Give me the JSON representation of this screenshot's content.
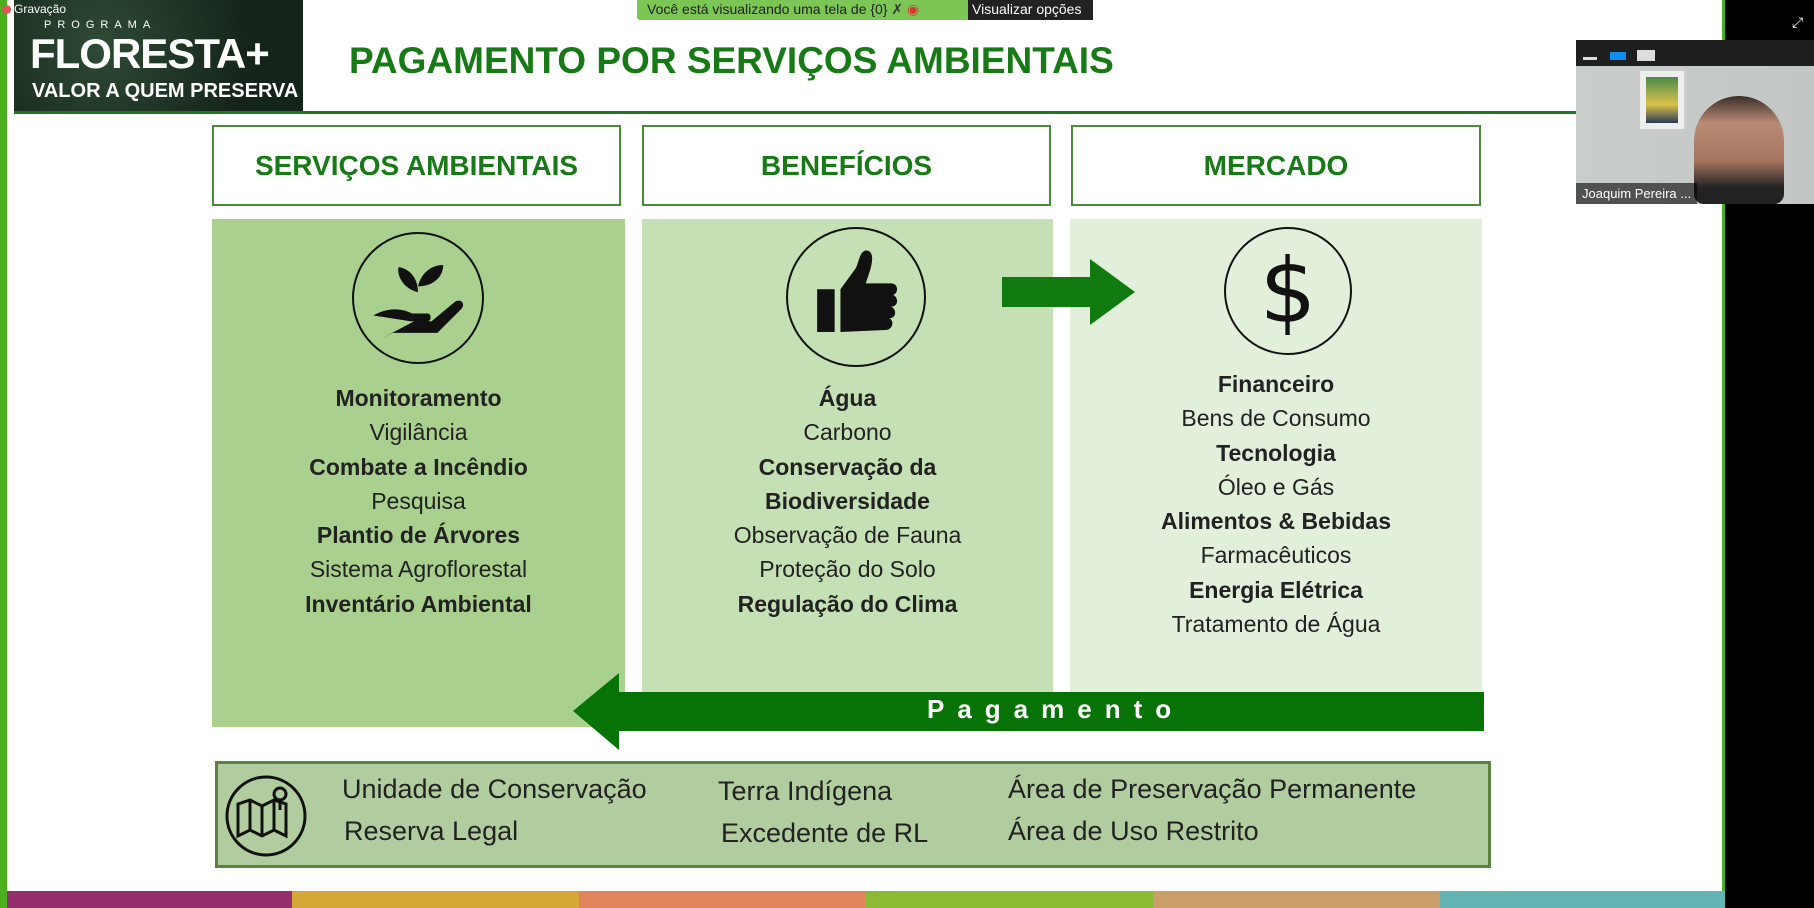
{
  "zoom_bar": {
    "notice": "Você está visualizando uma tela de {0}",
    "view_options": "Visualizar opções",
    "recording": "Gravação"
  },
  "logo": {
    "small": "PROGRAMA",
    "big": "FLORESTA+",
    "sub": "VALOR A QUEM PRESERVA"
  },
  "slide": {
    "title": "PAGAMENTO POR SERVIÇOS AMBIENTAIS",
    "columns": [
      {
        "header": "SERVIÇOS AMBIENTAIS",
        "icon": "hand-plant-icon",
        "color": "#a9d08e",
        "items": [
          {
            "t": "Monitoramento",
            "b": true
          },
          {
            "t": "Vigilância",
            "b": false
          },
          {
            "t": "Combate a Incêndio",
            "b": true
          },
          {
            "t": "Pesquisa",
            "b": false
          },
          {
            "t": "Plantio de Árvores",
            "b": true
          },
          {
            "t": "Sistema Agroflorestal",
            "b": false
          },
          {
            "t": "Inventário Ambiental",
            "b": true
          }
        ]
      },
      {
        "header": "BENEFÍCIOS",
        "icon": "thumbs-up-icon",
        "color": "#c5e0b4",
        "items": [
          {
            "t": "Água",
            "b": true
          },
          {
            "t": "Carbono",
            "b": false
          },
          {
            "t": "Conservação da",
            "b": true
          },
          {
            "t": "Biodiversidade",
            "b": true
          },
          {
            "t": "Observação de Fauna",
            "b": false
          },
          {
            "t": "Proteção do Solo",
            "b": false
          },
          {
            "t": "Regulação do Clima",
            "b": true
          }
        ]
      },
      {
        "header": "MERCADO",
        "icon": "dollar-icon",
        "color": "#e2efda",
        "items": [
          {
            "t": "Financeiro",
            "b": true
          },
          {
            "t": "Bens de Consumo",
            "b": false
          },
          {
            "t": "Tecnologia",
            "b": true
          },
          {
            "t": "Óleo e Gás",
            "b": false
          },
          {
            "t": "Alimentos & Bebidas",
            "b": true
          },
          {
            "t": "Farmacêuticos",
            "b": false
          },
          {
            "t": "Energia Elétrica",
            "b": true
          },
          {
            "t": "Tratamento de Água",
            "b": false
          }
        ]
      }
    ],
    "payment_label": "Pagamento",
    "areas": [
      "Unidade de Conservação",
      "Reserva Legal",
      "Terra Indígena",
      "Excedente de RL",
      "Área de Preservação Permanente",
      "Área de Uso Restrito"
    ],
    "stripe_colors": [
      "#962d6d",
      "#d5a737",
      "#e0845c",
      "#8bbb33",
      "#cc9e6c",
      "#62b5b3"
    ]
  },
  "video": {
    "participant_name": "Joaquim Pereira ..."
  }
}
